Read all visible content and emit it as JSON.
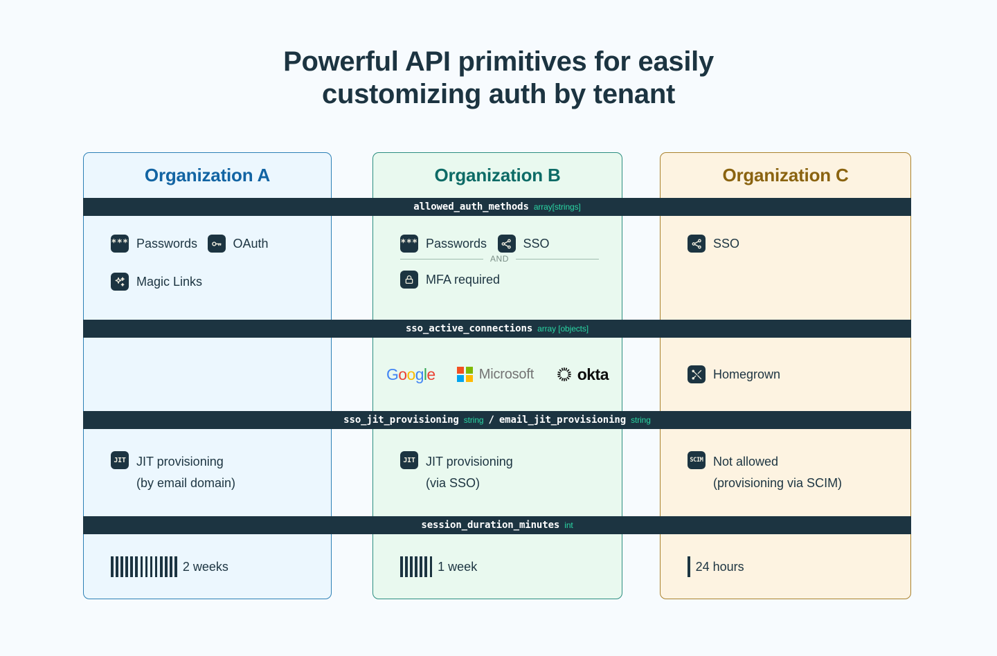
{
  "title": {
    "line1": "Powerful API primitives for easily",
    "line2": "customizing auth by tenant"
  },
  "columns": [
    {
      "id": "org-a",
      "header": "Organization A",
      "accent": "#2b7fb5",
      "fill": "#ecf7fe",
      "header_color": "#1264a3"
    },
    {
      "id": "org-b",
      "header": "Organization B",
      "accent": "#2a8d7f",
      "fill": "#e9f9ef",
      "header_color": "#0d6b66"
    },
    {
      "id": "org-c",
      "header": "Organization C",
      "accent": "#a9812c",
      "fill": "#fdf3e1",
      "header_color": "#8a6310"
    }
  ],
  "bands": [
    {
      "id": "allowed-auth-methods",
      "field": "allowed_auth_methods",
      "type": "array[strings]"
    },
    {
      "id": "sso-active-connections",
      "field": "sso_active_connections",
      "type": "array [objects]"
    },
    {
      "id": "jit-provisioning",
      "field": "sso_jit_provisioning",
      "type": "string",
      "separator": "/",
      "field2": "email_jit_provisioning",
      "type2": "string"
    },
    {
      "id": "session-duration",
      "field": "session_duration_minutes",
      "type": "int"
    }
  ],
  "band_type_color": "#2ad6a4",
  "band_bg": "#1c3441",
  "auth_methods": {
    "org_a": [
      {
        "icon": "asterisks-icon",
        "label": "Passwords"
      },
      {
        "icon": "key-icon",
        "label": "OAuth"
      },
      {
        "icon": "sparkles-icon",
        "label": "Magic Links"
      }
    ],
    "org_b": {
      "top": [
        {
          "icon": "asterisks-icon",
          "label": "Passwords"
        },
        {
          "icon": "share-nodes-icon",
          "label": "SSO"
        }
      ],
      "conjunction": "AND",
      "bottom": [
        {
          "icon": "lock-icon",
          "label": "MFA required"
        }
      ]
    },
    "org_c": [
      {
        "icon": "share-nodes-icon",
        "label": "SSO"
      }
    ]
  },
  "sso_connections": {
    "org_a": [],
    "org_b": [
      {
        "id": "google",
        "label": "Google",
        "letters": [
          "G",
          "o",
          "o",
          "g",
          "l",
          "e"
        ]
      },
      {
        "id": "microsoft",
        "label": "Microsoft"
      },
      {
        "id": "okta",
        "label": "okta"
      }
    ],
    "org_c": [
      {
        "id": "homegrown",
        "icon": "tools-icon",
        "label": "Homegrown"
      }
    ]
  },
  "jit_provisioning": {
    "org_a": {
      "badge": "JIT",
      "label": "JIT provisioning",
      "sub": "(by email domain)"
    },
    "org_b": {
      "badge": "JIT",
      "label": "JIT provisioning",
      "sub": "(via SSO)"
    },
    "org_c": {
      "badge": "SCIM",
      "label": "Not allowed",
      "sub": "(provisioning via SCIM)"
    }
  },
  "session_duration": {
    "org_a": {
      "bars": 14,
      "label": "2 weeks"
    },
    "org_b": {
      "bars": 7,
      "label": "1 week"
    },
    "org_c": {
      "bars": 1,
      "label": "24 hours"
    }
  }
}
